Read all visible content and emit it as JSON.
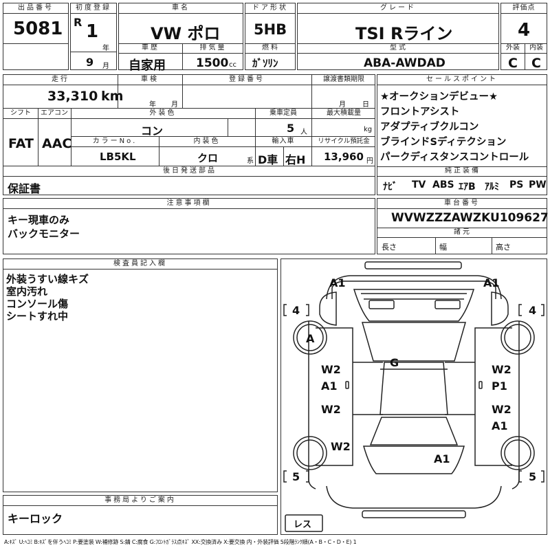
{
  "header": {
    "lot_label": "出品番号",
    "lot_value": "5081",
    "first_reg_label": "初度登録",
    "era": "R",
    "reg_year": "1",
    "year_unit": "年",
    "reg_month": "9",
    "month_unit": "月",
    "car_name_label": "車名",
    "car_name": "VW ポロ",
    "door_label": "ドア形状",
    "door": "5HB",
    "grade_label": "グレード",
    "grade": "TSI Rライン",
    "score_label": "評価点",
    "score": "4",
    "history_label": "車歴",
    "history": "自家用",
    "displacement_label": "排気量",
    "displacement": "1500",
    "displacement_unit": "cc",
    "fuel_label": "燃料",
    "fuel": "ｶﾞｿﾘﾝ",
    "model_label": "型式",
    "model": "ABA-AWDAD",
    "exterior_label": "外装",
    "exterior": "C",
    "interior_label": "内装",
    "interior": "C"
  },
  "row2": {
    "mileage_label": "走行",
    "mileage": "33,310",
    "mileage_unit": "km",
    "inspection_label": "車検",
    "insp_year_unit": "年",
    "insp_month_unit": "月",
    "regnum_label": "登録番号",
    "transfer_label": "譲渡書類期限",
    "transfer_month": "月",
    "transfer_day": "日",
    "shift_label": "シフト",
    "shift": "FAT",
    "ac_label": "エアコン",
    "ac": "AAC",
    "color_label": "外装色",
    "color": "コン",
    "capacity_label": "乗車定員",
    "capacity": "5",
    "capacity_unit": "人",
    "maxload_label": "最大積載量",
    "maxload_unit": "kg",
    "colorno_label": "カラーNo.",
    "colorno": "LB5KL",
    "intcolor_label": "内装色",
    "intcolor": "クロ",
    "intcolor_unit": "系",
    "import_label": "輸入車",
    "import_d": "D車",
    "import_h": "右H",
    "recycle_label": "リサイクル預託金",
    "recycle": "13,960",
    "recycle_unit": "円",
    "later_label": "後日発送部品",
    "later_item": "保証書"
  },
  "sales": {
    "label": "セールスポイント",
    "points": [
      "★オークションデビュー★",
      "フロントアシスト",
      "アダプティブクルコン",
      "ブラインドSディテクション",
      "パークディスタンスコントロール"
    ]
  },
  "equipment": {
    "label": "純正装備",
    "items": [
      "ﾅﾋﾞ",
      "TV",
      "ABS",
      "ｴｱB",
      "ｱﾙﾐ",
      "PS",
      "PW"
    ]
  },
  "notes": {
    "label": "注意事項欄",
    "lines": [
      "キー現車のみ",
      "バックモニター"
    ]
  },
  "chassis": {
    "label": "車台番号",
    "number": "WVWZZZAWZKU109627",
    "specs_label": "諸元",
    "length_label": "長さ",
    "width_label": "幅",
    "height_label": "高さ"
  },
  "inspector": {
    "label": "検査員記入欄",
    "lines": [
      "外装うすい線キズ",
      "室内汚れ",
      "コンソール傷",
      "シートすれ中"
    ]
  },
  "office": {
    "label": "事務局よりご案内",
    "text": "キーロック"
  },
  "diagram": {
    "marks": [
      "A1",
      "A1",
      "4",
      "4",
      "A",
      "G",
      "W2",
      "A1",
      "W2",
      "P1",
      "W2",
      "W2",
      "A1",
      "W2",
      "A1",
      "5",
      "5",
      "レス"
    ]
  },
  "legend": "A:ｷｽﾞ U:ﾍｺﾐ B:ｷｽﾞを伴うﾍｺﾐ P:要塗装 W:補修跡 S:錆 C:腐食 G:ﾌﾛﾝﾄｶﾞﾗｽ点ｷｽﾞ XX:交換済み X:要交換  内・外装評価  5段階ﾗﾝｸ順(A・B・C・D・E) 1"
}
